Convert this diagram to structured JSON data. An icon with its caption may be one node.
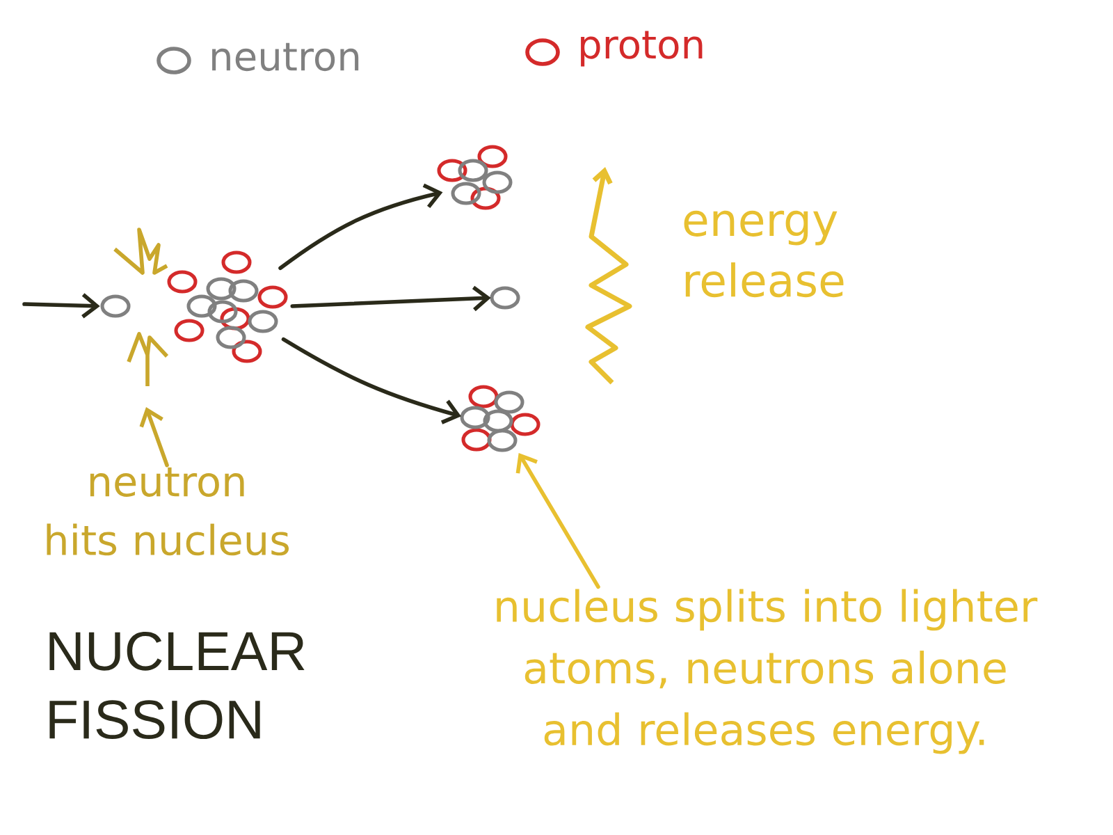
{
  "diagram": {
    "title": "NUCLEAR FISSION",
    "nodes": [
      {
        "text": [],
        "shape": "circle"
      },
      {
        "text": [],
        "shape": "cluster"
      },
      {
        "text": [],
        "shape": "cluster"
      },
      {
        "text": [],
        "shape": "circle"
      },
      {
        "text": [],
        "shape": "cluster"
      },
      {
        "text": [
          "neutron hits nucleus"
        ]
      },
      {
        "text": [
          "nucleus splits into lighter atoms, neutrons alone and releases energy."
        ]
      }
    ],
    "edges": [
      {
        "from": null,
        "to": 0,
        "arrow": "to"
      },
      {
        "from": 1,
        "to": 2,
        "arrow": "to"
      },
      {
        "from": 1,
        "to": 3,
        "arrow": "to"
      },
      {
        "from": 1,
        "to": 4,
        "arrow": "to"
      },
      {
        "from": 5,
        "to": null,
        "arrow": "to",
        "color": "#c9a72c"
      },
      {
        "from": 6,
        "to": 4,
        "arrow": "to",
        "color": "#e8c030"
      }
    ],
    "labels": [
      "energy release"
    ],
    "legend": [
      {
        "text": "neutron",
        "color": "#808080"
      },
      {
        "text": "proton",
        "color": "#d42a2a"
      }
    ]
  }
}
